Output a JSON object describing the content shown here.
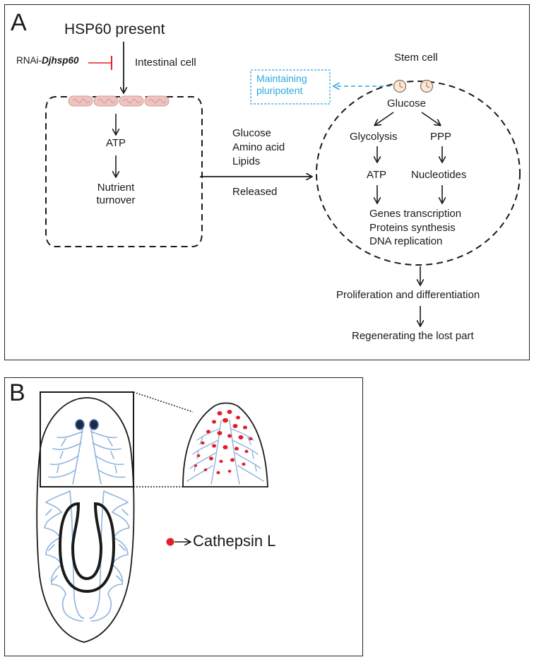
{
  "panel_a": {
    "label": "A",
    "top_signal": "HSP60 present",
    "rnai_prefix": "RNAi-",
    "rnai_gene": "Djhsp60",
    "intestinal_cell": "Intestinal cell",
    "atp_left": "ATP",
    "nutrient_line1": "Nutrient",
    "nutrient_line2": "turnover",
    "released_items": [
      "Glucose",
      "Amino acid",
      "Lipids"
    ],
    "released_label": "Released",
    "stem_cell": "Stem cell",
    "maintaining_line1": "Maintaining",
    "maintaining_line2": "pluripotent",
    "glucose": "Glucose",
    "glycolysis": "Glycolysis",
    "ppp": "PPP",
    "atp_right": "ATP",
    "nucleotides": "Nucleotides",
    "processes": [
      "Genes transcription",
      "Proteins synthesis",
      "DNA replication"
    ],
    "proliferation": "Proliferation and differentiation",
    "regenerating": "Regenerating the lost part"
  },
  "panel_b": {
    "label": "B",
    "legend_label": "Cathepsin L"
  },
  "colors": {
    "accent_red": "#e0202a",
    "blue_text": "#29a8e0",
    "gut_blue": "#8fb3dd",
    "mito_fill": "#eec3c0"
  }
}
